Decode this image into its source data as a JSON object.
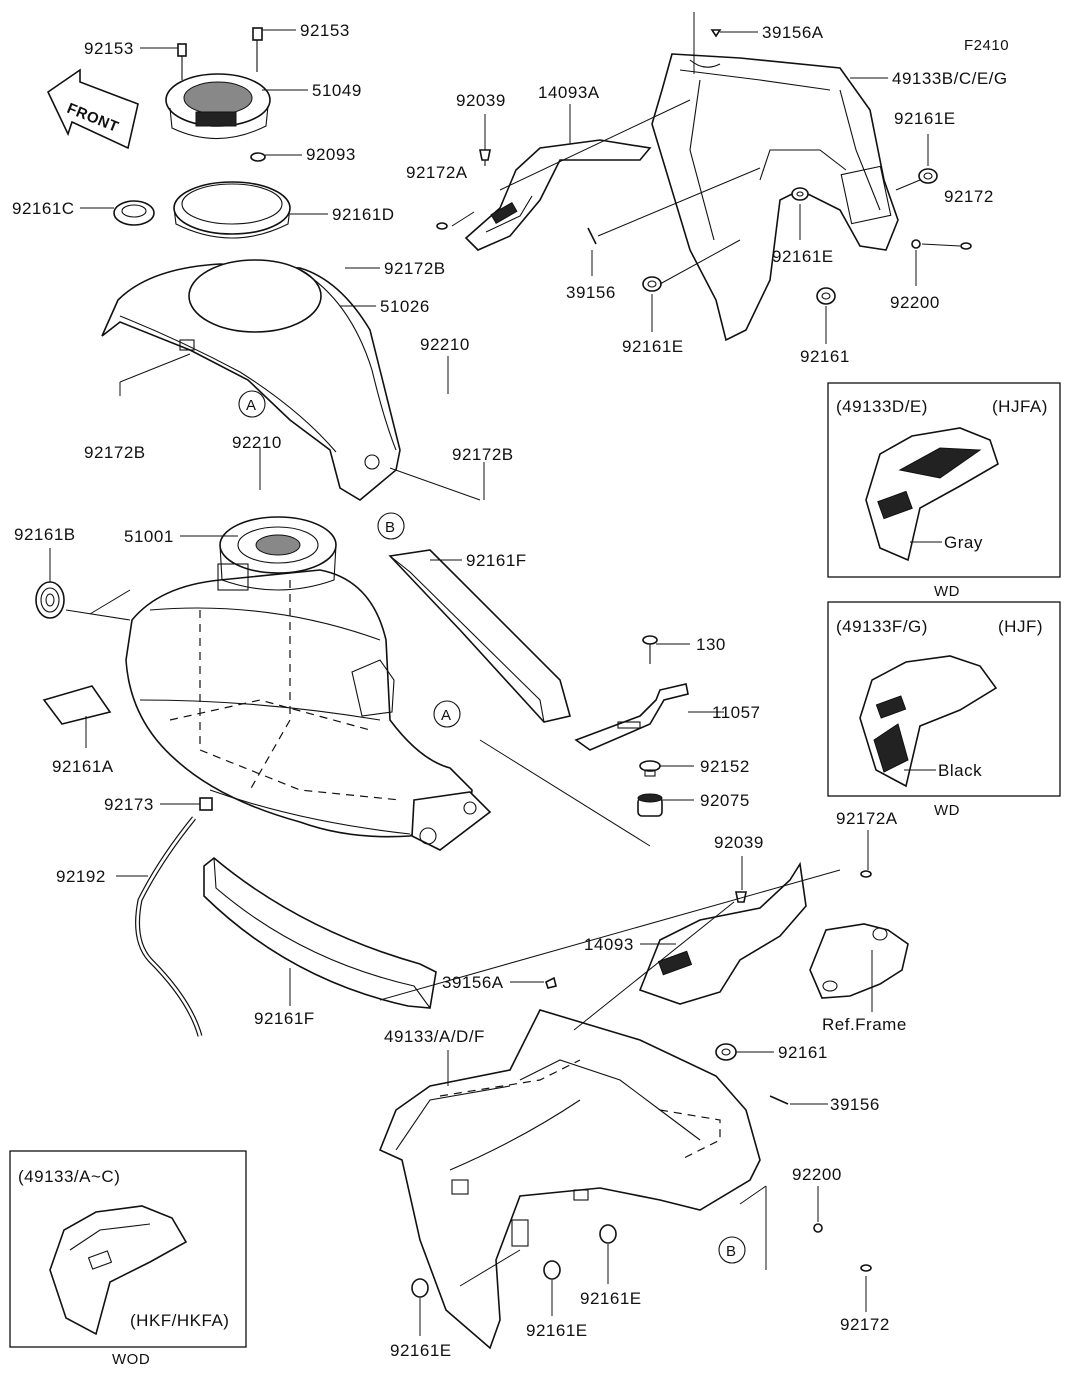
{
  "figure_code": "F2410",
  "front_label": "FRONT",
  "callouts": {
    "p92153_a": "92153",
    "p92153_b": "92153",
    "p51049": "51049",
    "p92093": "92093",
    "p92161c": "92161C",
    "p92161d": "92161D",
    "p92172b_a": "92172B",
    "p51026": "51026",
    "p92210_a": "92210",
    "p92210_b": "92210",
    "p92172b_b": "92172B",
    "p92172b_c": "92172B",
    "p51001": "51001",
    "p92161b": "92161B",
    "p92161f_a": "92161F",
    "p92161a": "92161A",
    "p92173": "92173",
    "p92192": "92192",
    "p92161f_b": "92161F",
    "p130": "130",
    "p11057": "11057",
    "p92152": "92152",
    "p92075": "92075",
    "p39156a_top": "39156A",
    "p49133b": "49133B/C/E/G",
    "p92039_top": "92039",
    "p14093a": "14093A",
    "p92172a_top": "92172A",
    "p92161e_r1": "92161E",
    "p92172_top": "92172",
    "p92161e_r2": "92161E",
    "p39156_top": "39156",
    "p92161e_r3": "92161E",
    "p92200_top": "92200",
    "p92161_top": "92161",
    "p92172a_bot": "92172A",
    "p92039_bot": "92039",
    "p14093": "14093",
    "p39156a_bot": "39156A",
    "p49133": "49133/A/D/F",
    "p92161_bot": "92161",
    "p39156_bot": "39156",
    "p92200_bot": "92200",
    "p92172_bot": "92172",
    "p92161e_b1": "92161E",
    "p92161e_b2": "92161E",
    "p92161e_b3": "92161E",
    "ref_frame": "Ref.Frame"
  },
  "markers": {
    "a1": "A",
    "a2": "A",
    "b1": "B",
    "b2": "B"
  },
  "insets": {
    "hjfa": {
      "code": "(49133D/E)",
      "market": "(HJFA)",
      "color": "Gray",
      "note": "WD"
    },
    "hjf": {
      "code": "(49133F/G)",
      "market": "(HJF)",
      "color": "Black",
      "note": "WD"
    },
    "hkf": {
      "code": "(49133/A~C)",
      "market": "(HKF/HKFA)",
      "note": "WOD"
    }
  }
}
